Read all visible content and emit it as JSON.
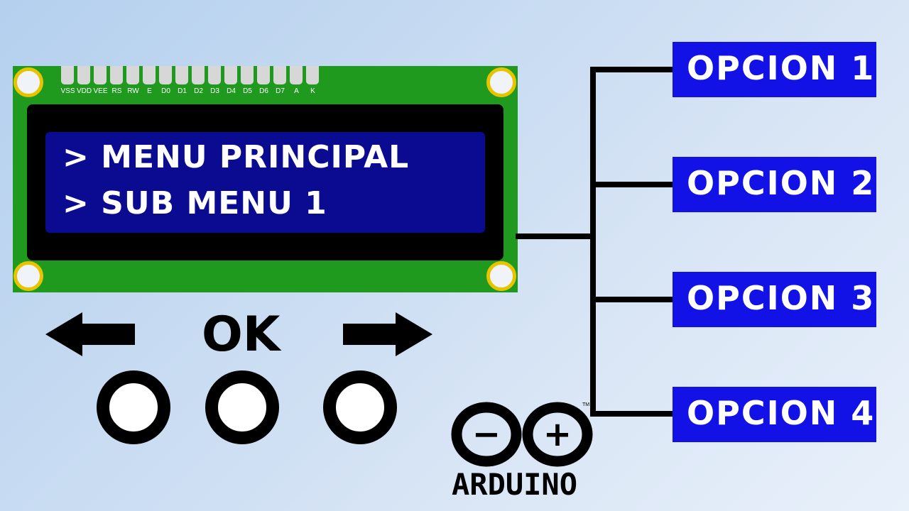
{
  "lcd": {
    "pin_labels": [
      "VSS",
      "VDD",
      "VEE",
      "RS",
      "RW",
      "E",
      "D0",
      "D1",
      "D2",
      "D3",
      "D4",
      "D5",
      "D6",
      "D7",
      "A",
      "K"
    ],
    "line1": "> MENU PRINCIPAL",
    "line2": "> SUB MENU 1",
    "board_color": "#1f9a1f",
    "screen_color": "#0b0b92"
  },
  "controls": {
    "left_arrow_icon": "arrow-left-icon",
    "ok_label": "OK",
    "right_arrow_icon": "arrow-right-icon"
  },
  "options": [
    {
      "label": "OPCION 1"
    },
    {
      "label": "OPCION 2"
    },
    {
      "label": "OPCION 3"
    },
    {
      "label": "OPCION 4"
    }
  ],
  "option_color": "#1212e6",
  "logo": {
    "wordmark": "ARDUINO",
    "trademark": "TM",
    "minus_sign": "−",
    "plus_sign": "+"
  }
}
